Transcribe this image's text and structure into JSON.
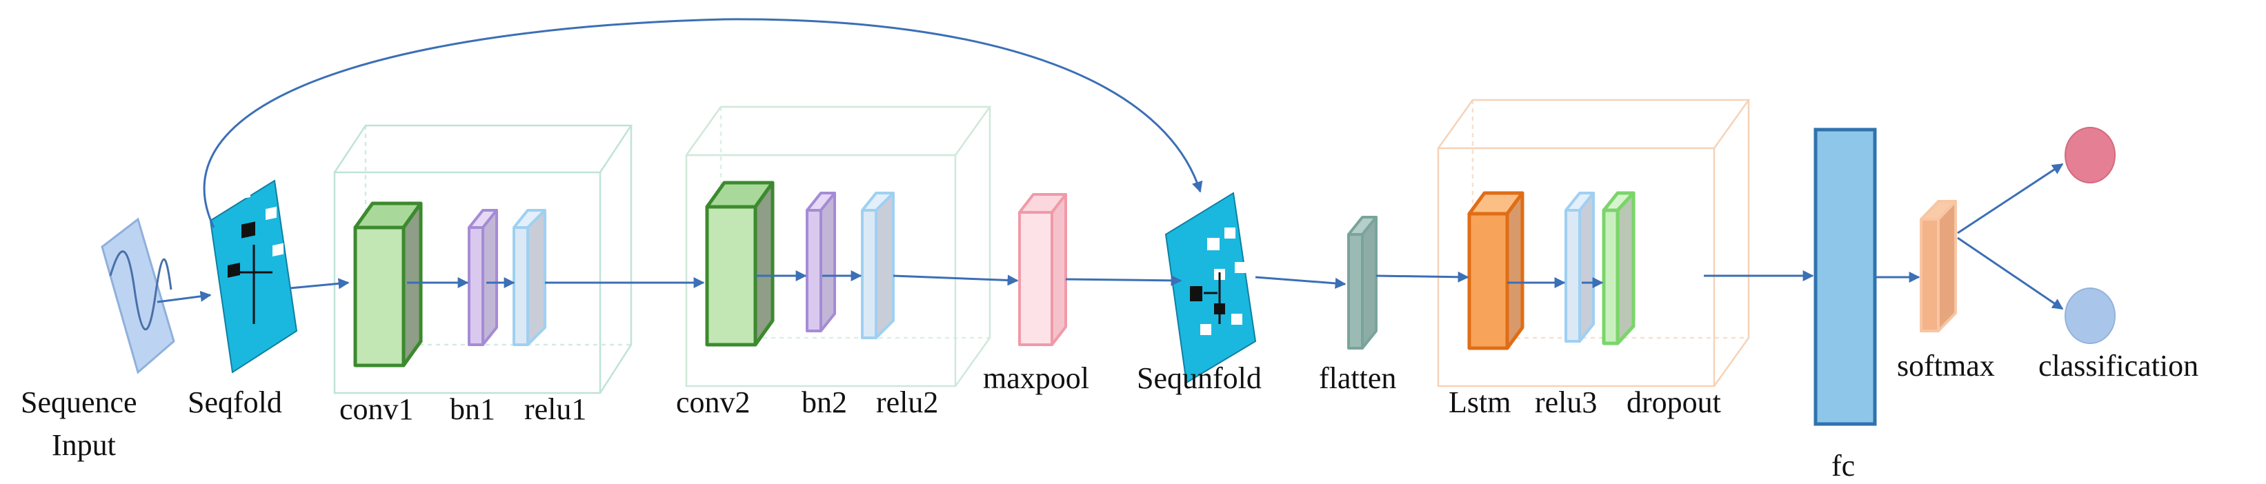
{
  "labels": {
    "sequence_input_1": "Sequence",
    "sequence_input_2": "Input",
    "seqfold": "Seqfold",
    "conv1": "conv1",
    "bn1": "bn1",
    "relu1": "relu1",
    "conv2": "conv2",
    "bn2": "bn2",
    "relu2": "relu2",
    "maxpool": "maxpool",
    "sequnfold": "Sequnfold",
    "flatten": "flatten",
    "lstm": "Lstm",
    "relu3": "relu3",
    "dropout": "dropout",
    "fc": "fc",
    "softmax": "softmax",
    "classification": "classification"
  },
  "colors": {
    "arrow": "#3b6fb6",
    "input_face": "#bcd3f2",
    "fold_face": "#1ab8df",
    "conv_face": "#c3e6b5",
    "conv_stroke": "#3c8a2e",
    "bn_face": "#d9c9ef",
    "bn_stroke": "#a58bd6",
    "relu_face": "#c8cdd8",
    "relu_stroke": "#9fd0f2",
    "maxpool_face": "#fcd8de",
    "maxpool_stroke": "#f09aa8",
    "flatten_face": "#9bbab4",
    "flatten_stroke": "#79a49b",
    "lstm_face": "#f7a45a",
    "lstm_stroke": "#e06d16",
    "dropout_face": "#b9c7b4",
    "dropout_stroke": "#7bd56a",
    "fc_face": "#8ec6ea",
    "fc_stroke": "#2f73ae",
    "softmax_face": "#f5b38a",
    "softmax_stroke": "#f7c6a3",
    "output_red": "#e57f94",
    "output_blue": "#a9c6ea",
    "cube1_stroke": "#bfe3d9",
    "cube2_stroke": "#cfe8da",
    "cube3_stroke": "#f5d3b8"
  }
}
